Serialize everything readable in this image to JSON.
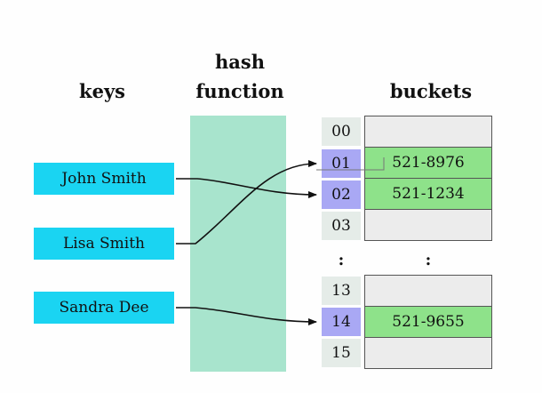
{
  "headings": {
    "keys": "keys",
    "hash_function_line1": "hash",
    "hash_function_line2": "function",
    "buckets": "buckets"
  },
  "keys": [
    "John Smith",
    "Lisa Smith",
    "Sandra Dee"
  ],
  "top_indices": [
    "00",
    "01",
    "02",
    "03"
  ],
  "bottom_indices": [
    "13",
    "14",
    "15"
  ],
  "top_buckets": [
    "",
    "521-8976",
    "521-1234",
    ""
  ],
  "bottom_buckets": [
    "",
    "521-9655",
    ""
  ],
  "ellipsis": ":",
  "mappings": [
    {
      "key": "John Smith",
      "index": "02"
    },
    {
      "key": "Lisa Smith",
      "index": "01"
    },
    {
      "key": "Sandra Dee",
      "index": "14"
    }
  ],
  "colors": {
    "key_fill": "#1ad4f2",
    "hash_fill": "#a8e4cd",
    "index_highlight": "#a9a8f4",
    "bucket_filled": "#8ee28a"
  }
}
